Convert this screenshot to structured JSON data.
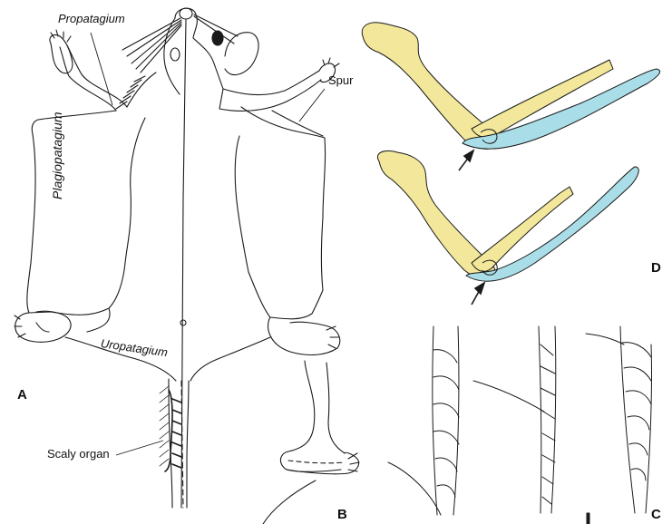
{
  "labels": {
    "propatagium": "Propatagium",
    "spur": "Spur",
    "plagiopatagium": "Plagiopatagium",
    "uropatagium": "Uropatagium",
    "scaly_organ": "Scaly organ"
  },
  "panels": {
    "a": "A",
    "b": "B",
    "c": "C",
    "d": "D"
  },
  "colors": {
    "line": "#1a1a1a",
    "bone_fill": "#f2e79a",
    "cartilage_fill": "#a9dde7",
    "background": "#ffffff"
  }
}
